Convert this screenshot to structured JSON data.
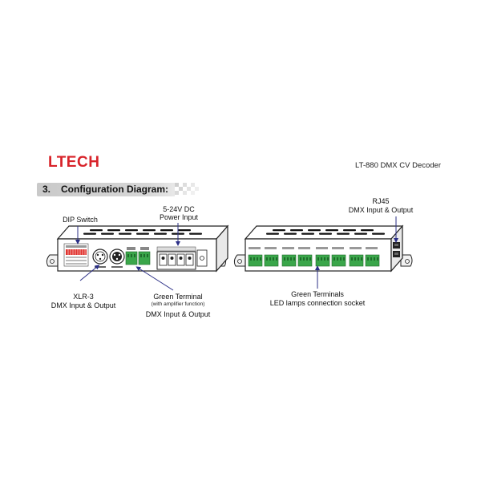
{
  "header": {
    "brand": "LTECH",
    "model": "LT-880 DMX CV Decoder"
  },
  "section": {
    "number": "3.",
    "title": "Configuration Diagram:"
  },
  "labels": {
    "dip_switch": "DIP Switch",
    "power_line1": "5-24V DC",
    "power_line2": "Power Input",
    "xlr_line1": "XLR-3",
    "xlr_line2": "DMX Input & Output",
    "green_terminal_line1": "Green Terminal",
    "green_terminal_note": "(with amplifier function)",
    "green_terminal_line2": "DMX Input & Output",
    "rj45_line1": "RJ45",
    "rj45_line2": "DMX Input & Output",
    "green_terminals_line1": "Green Terminals",
    "green_terminals_line2": "LED lamps connection socket"
  },
  "colors": {
    "brand_red": "#d8232a",
    "arrow_blue": "#2b2f86",
    "terminal_green": "#3aa64a",
    "dip_red": "#e0332f"
  }
}
